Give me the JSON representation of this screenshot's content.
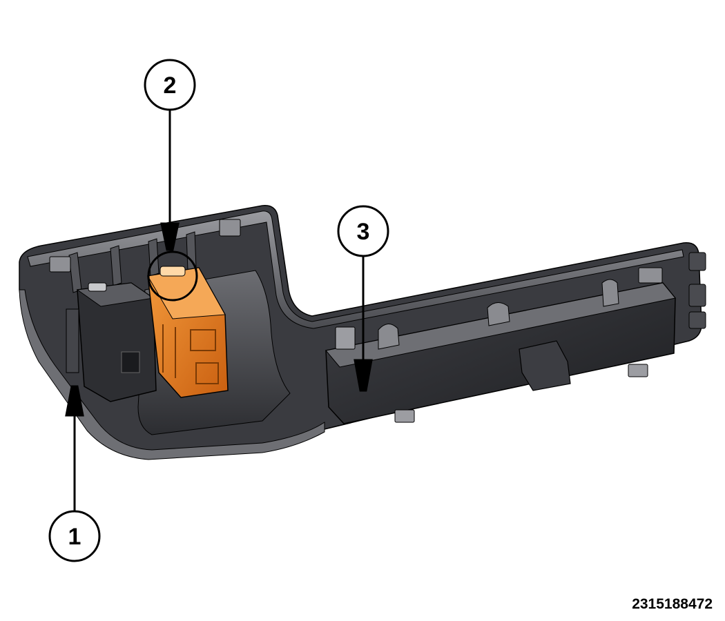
{
  "callouts": [
    {
      "id": "1",
      "label": "1"
    },
    {
      "id": "2",
      "label": "2"
    },
    {
      "id": "3",
      "label": "3"
    }
  ],
  "figure_id": "2315188472",
  "colors": {
    "bezel_dark": "#2e2f33",
    "bezel_mid": "#5a5b60",
    "bezel_light": "#8e8f94",
    "switch_body": "#3a3b3f",
    "highlight_orange": "#e07a1f",
    "stroke": "#000000"
  }
}
